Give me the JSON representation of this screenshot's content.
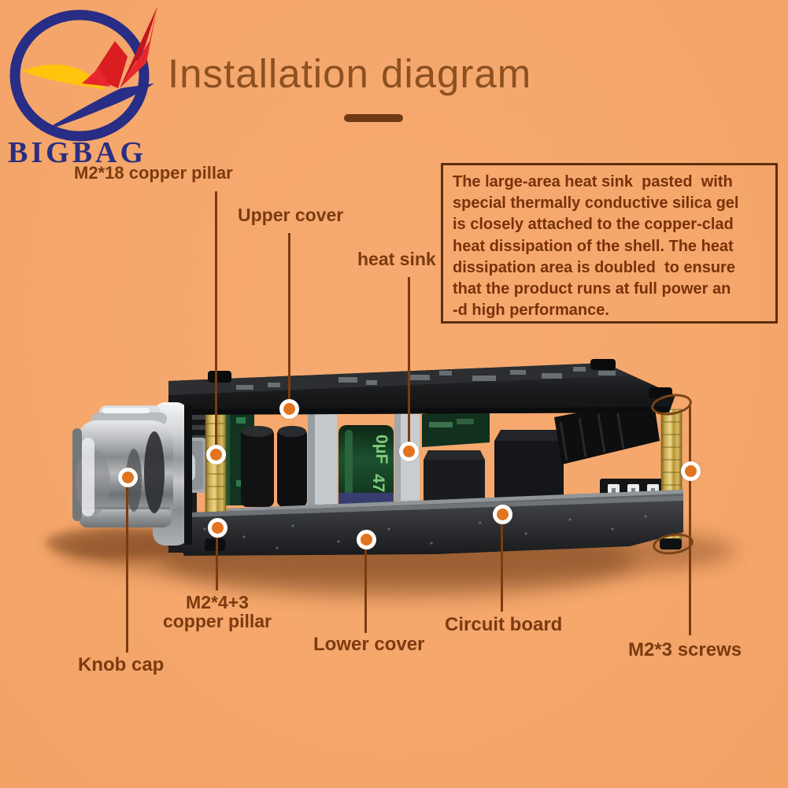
{
  "brand": {
    "name": "BIGBAG"
  },
  "title": {
    "text": "Installation diagram"
  },
  "info_box": {
    "lines": [
      "The large-area heat sink  pasted  with",
      "special thermally conductive silica gel",
      "is closely attached to the copper-clad",
      "heat dissipation of the shell. The heat",
      "dissipation area is doubled  to ensure",
      "that the product runs at full power an",
      "-d high performance."
    ]
  },
  "annotations": {
    "copper_pillar_top": "M2*18 copper pillar",
    "upper_cover": "Upper cover",
    "heat_sink": "heat sink",
    "knob_cap": "Knob cap",
    "copper_pillar_bottom": [
      "M2*4+3",
      "copper pillar"
    ],
    "lower_cover": "Lower cover",
    "circuit_board": "Circuit board",
    "screws": "M2*3 screws"
  },
  "photo": {
    "capacitor_marking_1": "0μF",
    "capacitor_marking_2": "47"
  },
  "colors": {
    "background": "#f5a76c",
    "title_text": "#8d5021",
    "label_text": "#7b3a10",
    "leader_line": "#7c3b10",
    "marker_fill": "#e2731f",
    "marker_ring": "#ffffff",
    "box_border": "#5e2e0e",
    "box_text": "#78320a",
    "logo_blue": "#2a2e82",
    "logo_red": "#d91d20",
    "logo_yellow": "#ffc40c",
    "brass_pillar": "#cfae52"
  }
}
